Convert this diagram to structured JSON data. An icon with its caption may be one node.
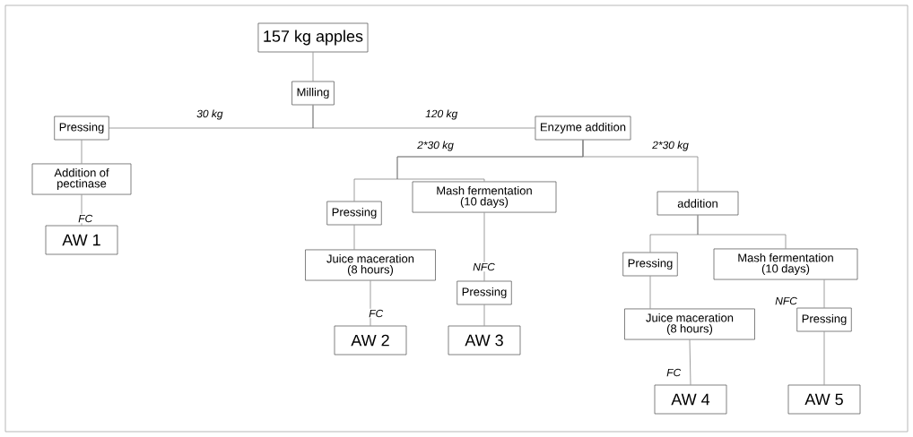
{
  "diagram": {
    "nodes": [
      {
        "text": [
          "157 kg apples"
        ]
      },
      {
        "text": [
          "Milling"
        ]
      },
      {
        "text": [
          "Pressing"
        ]
      },
      {
        "text": [
          "Enzyme addition"
        ]
      },
      {
        "text": [
          "Addition of pectinase"
        ]
      },
      {
        "text": [
          "AW 1"
        ]
      },
      {
        "text": [
          "Pressing"
        ]
      },
      {
        "text": [
          "Mash fermentation (10 days)"
        ]
      },
      {
        "text": [
          "addition"
        ]
      },
      {
        "text": [
          "Juice maceration (8 hours)"
        ]
      },
      {
        "text": [
          "Pressing"
        ]
      },
      {
        "text": [
          "AW 2"
        ]
      },
      {
        "text": [
          "AW 3"
        ]
      },
      {
        "text": [
          "Pressing"
        ]
      },
      {
        "text": [
          "Mash fermentation (10 days)"
        ]
      },
      {
        "text": [
          "Juice maceration (8 hours)"
        ]
      },
      {
        "text": [
          "Pressing"
        ]
      },
      {
        "text": [
          "AW 4"
        ]
      },
      {
        "text": [
          "AW 5"
        ]
      }
    ],
    "edges": [
      {
        "from": 0,
        "to": 1,
        "arrow": "none"
      },
      {
        "from": 1,
        "to": 2,
        "arrow": "none",
        "label": "30 kg"
      },
      {
        "from": 1,
        "to": 3,
        "arrow": "none",
        "label": "120 kg"
      },
      {
        "from": 2,
        "to": 4,
        "arrow": "none"
      },
      {
        "from": 4,
        "to": 5,
        "arrow": "none",
        "label": "FC"
      },
      {
        "from": 3,
        "to": 6,
        "arrow": "none",
        "label": "2*30 kg"
      },
      {
        "from": 3,
        "to": 7,
        "arrow": "none"
      },
      {
        "from": 3,
        "to": 8,
        "arrow": "none",
        "label": "2*30 kg"
      },
      {
        "from": 6,
        "to": 9,
        "arrow": "none"
      },
      {
        "from": 7,
        "to": 10,
        "arrow": "none",
        "label": "NFC"
      },
      {
        "from": 9,
        "to": 11,
        "arrow": "none",
        "label": "FC"
      },
      {
        "from": 10,
        "to": 12,
        "arrow": "none"
      },
      {
        "from": 8,
        "to": 13,
        "arrow": "none"
      },
      {
        "from": 8,
        "to": 14,
        "arrow": "none"
      },
      {
        "from": 13,
        "to": 15,
        "arrow": "none"
      },
      {
        "from": 14,
        "to": 16,
        "arrow": "none",
        "label": "NFC"
      },
      {
        "from": 15,
        "to": 17,
        "arrow": "none",
        "label": "FC"
      },
      {
        "from": 16,
        "to": 18,
        "arrow": "none"
      }
    ]
  }
}
